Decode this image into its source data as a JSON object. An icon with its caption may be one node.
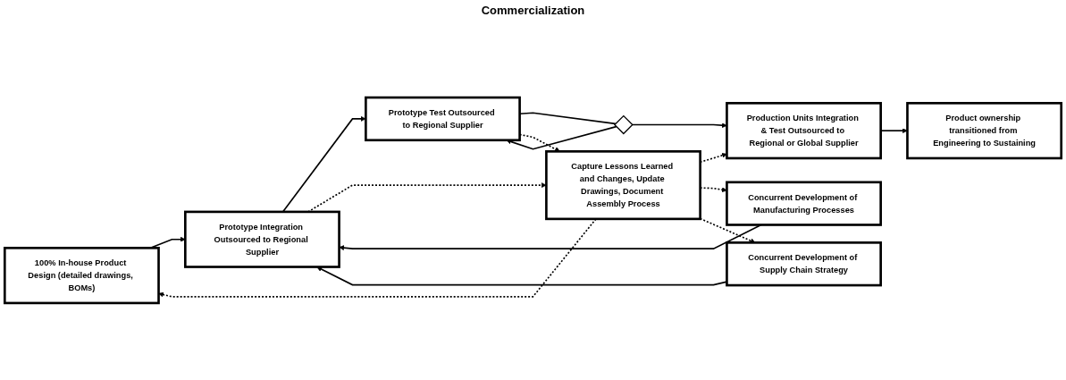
{
  "diagram": {
    "nodes": [
      {
        "text": [
          "100% In-house Product Design (detailed drawings, BOMs)"
        ]
      },
      {
        "text": [
          "Concurrent Development of Manufacturing Processes"
        ]
      },
      {
        "text": [
          "Concurrent Development of Supply Chain Strategy"
        ]
      },
      {
        "text": [
          "Prototype Integration Outsourced to Regional Supplier"
        ]
      },
      {
        "text": [
          "Prototype Test Outsourced to Regional Supplier"
        ]
      },
      {
        "text": [],
        "shape": "diamond"
      },
      {
        "text": [
          "Production Units Integration & Test Outsourced to Regional or Global Supplier"
        ]
      },
      {
        "text": [
          "Capture Lessons Learned and Changes, Update Drawings, Document Assembly Process"
        ]
      },
      {
        "text": [
          "Product ownership transitioned from Engineering to Sustaining"
        ]
      }
    ],
    "edges": [
      {
        "from": 0,
        "to": 3,
        "arrow": "to"
      },
      {
        "from": 1,
        "to": 3,
        "arrow": "to"
      },
      {
        "from": 2,
        "to": 3,
        "arrow": "to"
      },
      {
        "from": 3,
        "to": 4,
        "arrow": "to"
      },
      {
        "from": 4,
        "to": 5,
        "arrow": "none"
      },
      {
        "from": 5,
        "to": 4,
        "arrow": "to"
      },
      {
        "from": 5,
        "to": 6,
        "arrow": "to"
      },
      {
        "from": 3,
        "to": 7,
        "arrow": "to",
        "style": "dashed"
      },
      {
        "from": 4,
        "to": 7,
        "arrow": "to",
        "style": "dashed"
      },
      {
        "from": 7,
        "to": 6,
        "arrow": "to",
        "style": "dashed"
      },
      {
        "from": 7,
        "to": 0,
        "arrow": "to",
        "style": "dashed"
      },
      {
        "from": 7,
        "to": 1,
        "arrow": "to",
        "style": "dashed"
      },
      {
        "from": 7,
        "to": 2,
        "arrow": "to",
        "style": "dashed"
      },
      {
        "from": 6,
        "to": 8,
        "arrow": "to"
      }
    ],
    "labels": [
      "Commercialization"
    ]
  }
}
